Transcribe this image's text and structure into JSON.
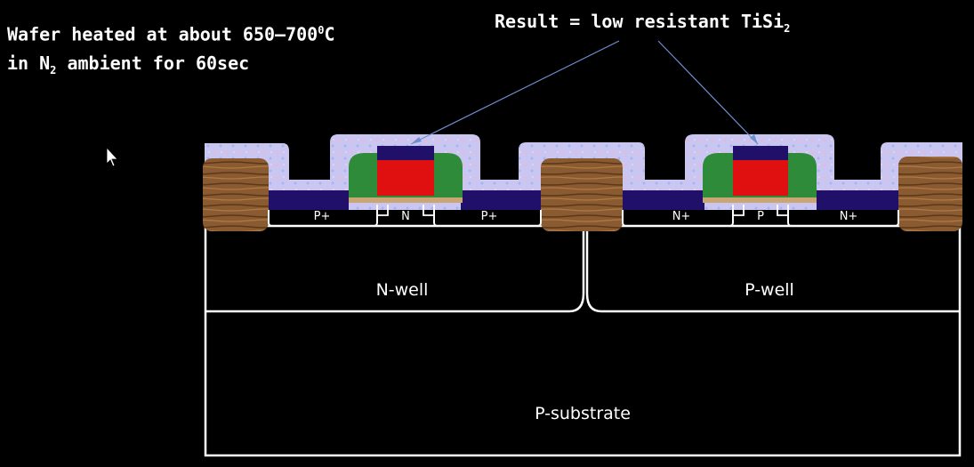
{
  "caption": {
    "line1_pre": "Wafer heated at about 650–700",
    "line1_sup": "0",
    "line1_post": "C",
    "line2_pre": "in N",
    "line2_sub": "2",
    "line2_post": " ambient for 60sec"
  },
  "result": {
    "pre": "Result = low resistant TiSi",
    "sub": "2"
  },
  "regions": {
    "pmos_source": "P+",
    "pmos_channel": "N",
    "pmos_drain": "P+",
    "nmos_source": "N+",
    "nmos_channel": "P",
    "nmos_drain": "N+",
    "nwell": "N-well",
    "pwell": "P-well",
    "substrate": "P-substrate"
  },
  "colors": {
    "oxide": "#c9c7f2",
    "silicide": "#20106a",
    "poly_gate": "#e01010",
    "spacer": "#2e8b3a",
    "field_oxide": "#8a5a30",
    "outline": "#ffffff",
    "arrow": "#6f8fd0"
  }
}
